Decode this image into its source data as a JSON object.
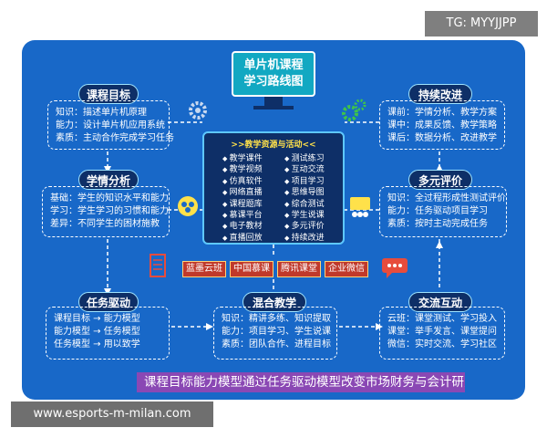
{
  "watermark_top": "TG: MYYJJPP",
  "watermark_bottom": "www.esports-m-milan.com",
  "title": {
    "line1": "单片机课程",
    "line2": "学习路线图"
  },
  "course_goal": {
    "label": "课程目标",
    "rows": [
      "知识：描述单片机原理",
      "能力：设计单片机应用系统",
      "素质：主动合作完成学习任务"
    ]
  },
  "learning_analysis": {
    "label": "学情分析",
    "rows": [
      "基础：学生的知识水平和能力",
      "学习：学生学习的习惯和能力",
      "差异：不同学生的困材施教"
    ]
  },
  "task_driven": {
    "label": "任务驱动",
    "rows": [
      "课程目标 → 能力模型",
      "能力模型 → 任务模型",
      "任务模型 → 用以致学"
    ]
  },
  "blended": {
    "label": "混合教学",
    "rows": [
      "知识：精讲多练、知识提取",
      "能力：项目学习、学生说课",
      "素质：团队合作、进程目标"
    ]
  },
  "interaction": {
    "label": "交流互动",
    "rows": [
      "云班：课堂测试、学习投入",
      "课堂：举手发言、课堂提问",
      "微信：实时交流、学习社区"
    ]
  },
  "evaluation": {
    "label": "多元评价",
    "rows": [
      "知识：全过程形成性测试评价",
      "能力：任务驱动项目学习",
      "素质：按时主动完成任务"
    ]
  },
  "improvement": {
    "label": "持续改进",
    "rows": [
      "课前：学情分析、教学方案",
      "课中：成果反馈、教学策略",
      "课后：数据分析、改进教学"
    ]
  },
  "resources": {
    "header": ">>教学资源与活动<<",
    "left": [
      "教学课件",
      "教学视频",
      "仿真软件",
      "网络直播",
      "课程题库",
      "慕课平台",
      "电子教材",
      "直播回放"
    ],
    "right": [
      "测试练习",
      "互动交流",
      "项目学习",
      "思维导图",
      "综合测试",
      "学生说课",
      "多元评价",
      "持续改进"
    ]
  },
  "platforms": [
    "蓝墨云班",
    "中国慕课",
    "腾讯课堂",
    "企业微信"
  ],
  "caption": "课程目标能力模型通过任务驱动模型改变市场财务与会计研究",
  "colors": {
    "panel": "#1868c8",
    "dark": "#0e2f67",
    "accent": "#ffe14a",
    "platform": "#c0392b"
  }
}
